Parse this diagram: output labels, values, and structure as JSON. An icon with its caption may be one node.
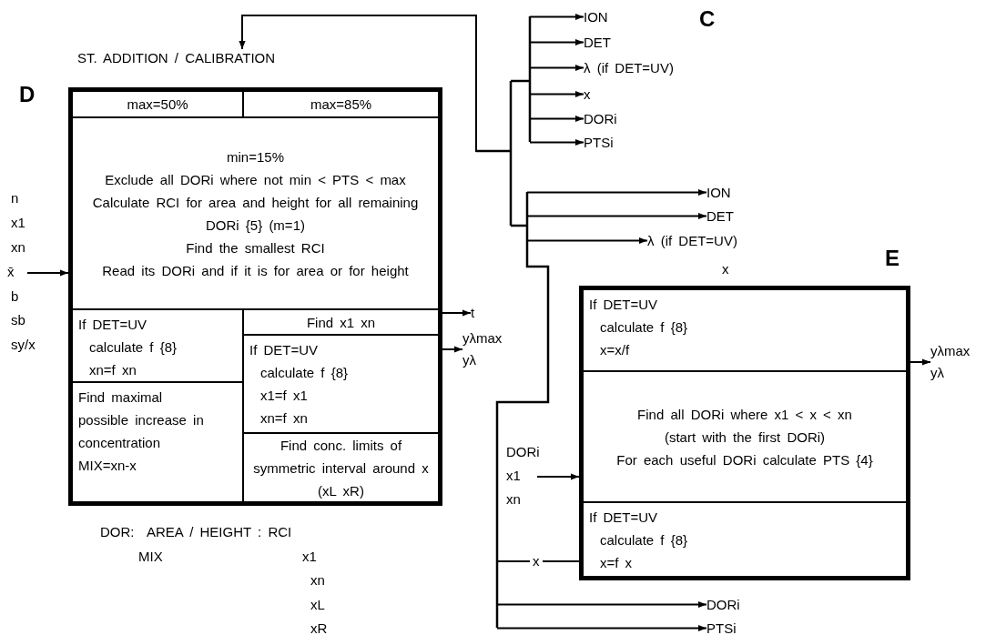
{
  "diagram": {
    "nodes": [
      {
        "text": [
          "D"
        ]
      },
      {
        "text": [
          "max=50%"
        ],
        "in": 0
      },
      {
        "text": [
          "max=85%"
        ],
        "in": 0
      },
      {
        "text": [
          "min=15%",
          "Exclude all DORi where not min < PTS < max",
          "Calculate RCI for area and height for all remaining DORi {5} (m=1)",
          "Find the smallest RCI",
          "Read its DORi and if it is for area or for height"
        ],
        "in": 0
      },
      {
        "text": [
          "If DET=UV",
          "calculate f {8}",
          "xn=f xn"
        ],
        "in": 0
      },
      {
        "text": [
          "Find maximal possible increase in concentration",
          "MIX=xn-x"
        ],
        "in": 0
      },
      {
        "text": [
          "Find x1 xn"
        ],
        "in": 0
      },
      {
        "text": [
          "If DET=UV",
          "calculate f {8}",
          "x1=f x1",
          "xn=f xn"
        ],
        "in": 0
      },
      {
        "text": [
          "Find conc. limits of symmetric interval around x (xL xR)"
        ],
        "in": 0
      },
      {
        "text": [
          "E"
        ]
      },
      {
        "text": [
          "If DET=UV",
          "calculate f {8}",
          "x=x/f"
        ],
        "in": 9
      },
      {
        "text": [
          "Find all DORi where x1 < x < xn",
          "(start with the first DORi)",
          "For each useful DORi calculate PTS {4}"
        ],
        "in": 9
      },
      {
        "text": [
          "If DET=UV",
          "calculate f {8}",
          "x=f x"
        ],
        "in": 9
      },
      {
        "text": [
          "ST. ADDITION / CALIBRATION"
        ]
      },
      {
        "text": [
          "x̄"
        ]
      },
      {
        "text": [
          "t"
        ]
      },
      {
        "text": [
          "yλmax",
          "yλ"
        ]
      },
      {
        "text": [
          "yλmax",
          "yλ"
        ]
      },
      {
        "text": [
          "DORi",
          "x1",
          "xn"
        ]
      },
      {
        "text": [
          "ION"
        ]
      },
      {
        "text": [
          "DET"
        ]
      },
      {
        "text": [
          "λ (if DET=UV)"
        ]
      },
      {
        "text": [
          "x"
        ]
      },
      {
        "text": [
          "DORi"
        ]
      },
      {
        "text": [
          "PTSi"
        ]
      },
      {
        "text": [
          "ION"
        ]
      },
      {
        "text": [
          "DET"
        ]
      },
      {
        "text": [
          "λ (if DET=UV)"
        ]
      },
      {
        "text": [
          "DORi"
        ]
      },
      {
        "text": [
          "PTSi"
        ]
      }
    ],
    "edges": [
      {
        "from": null,
        "to": 13,
        "arrow": "to"
      },
      {
        "from": null,
        "to": 19,
        "arrow": "to"
      },
      {
        "from": null,
        "to": 20,
        "arrow": "to"
      },
      {
        "from": null,
        "to": 21,
        "arrow": "to"
      },
      {
        "from": null,
        "to": 22,
        "arrow": "to"
      },
      {
        "from": null,
        "to": 23,
        "arrow": "to"
      },
      {
        "from": null,
        "to": 24,
        "arrow": "to"
      },
      {
        "from": null,
        "to": 25,
        "arrow": "to"
      },
      {
        "from": null,
        "to": 26,
        "arrow": "to"
      },
      {
        "from": null,
        "to": 27,
        "arrow": "to"
      },
      {
        "from": null,
        "to": 28,
        "arrow": "to"
      },
      {
        "from": null,
        "to": 29,
        "arrow": "to"
      },
      {
        "from": 14,
        "to": 0,
        "arrow": "to"
      },
      {
        "from": 0,
        "to": 15,
        "arrow": "to"
      },
      {
        "from": 0,
        "to": 16,
        "arrow": "to"
      },
      {
        "from": 9,
        "to": 17,
        "arrow": "to"
      },
      {
        "from": 18,
        "to": 9,
        "arrow": "to"
      },
      {
        "from": null,
        "to": 9,
        "arrow": "none",
        "label": "x"
      }
    ],
    "labels": [
      "C",
      "n",
      "x1",
      "xn",
      "b",
      "sb",
      "sy/x",
      "x",
      "DOR:  AREA / HEIGHT : RCI",
      "MIX",
      "x1",
      "xn",
      "xL",
      "xR"
    ]
  }
}
